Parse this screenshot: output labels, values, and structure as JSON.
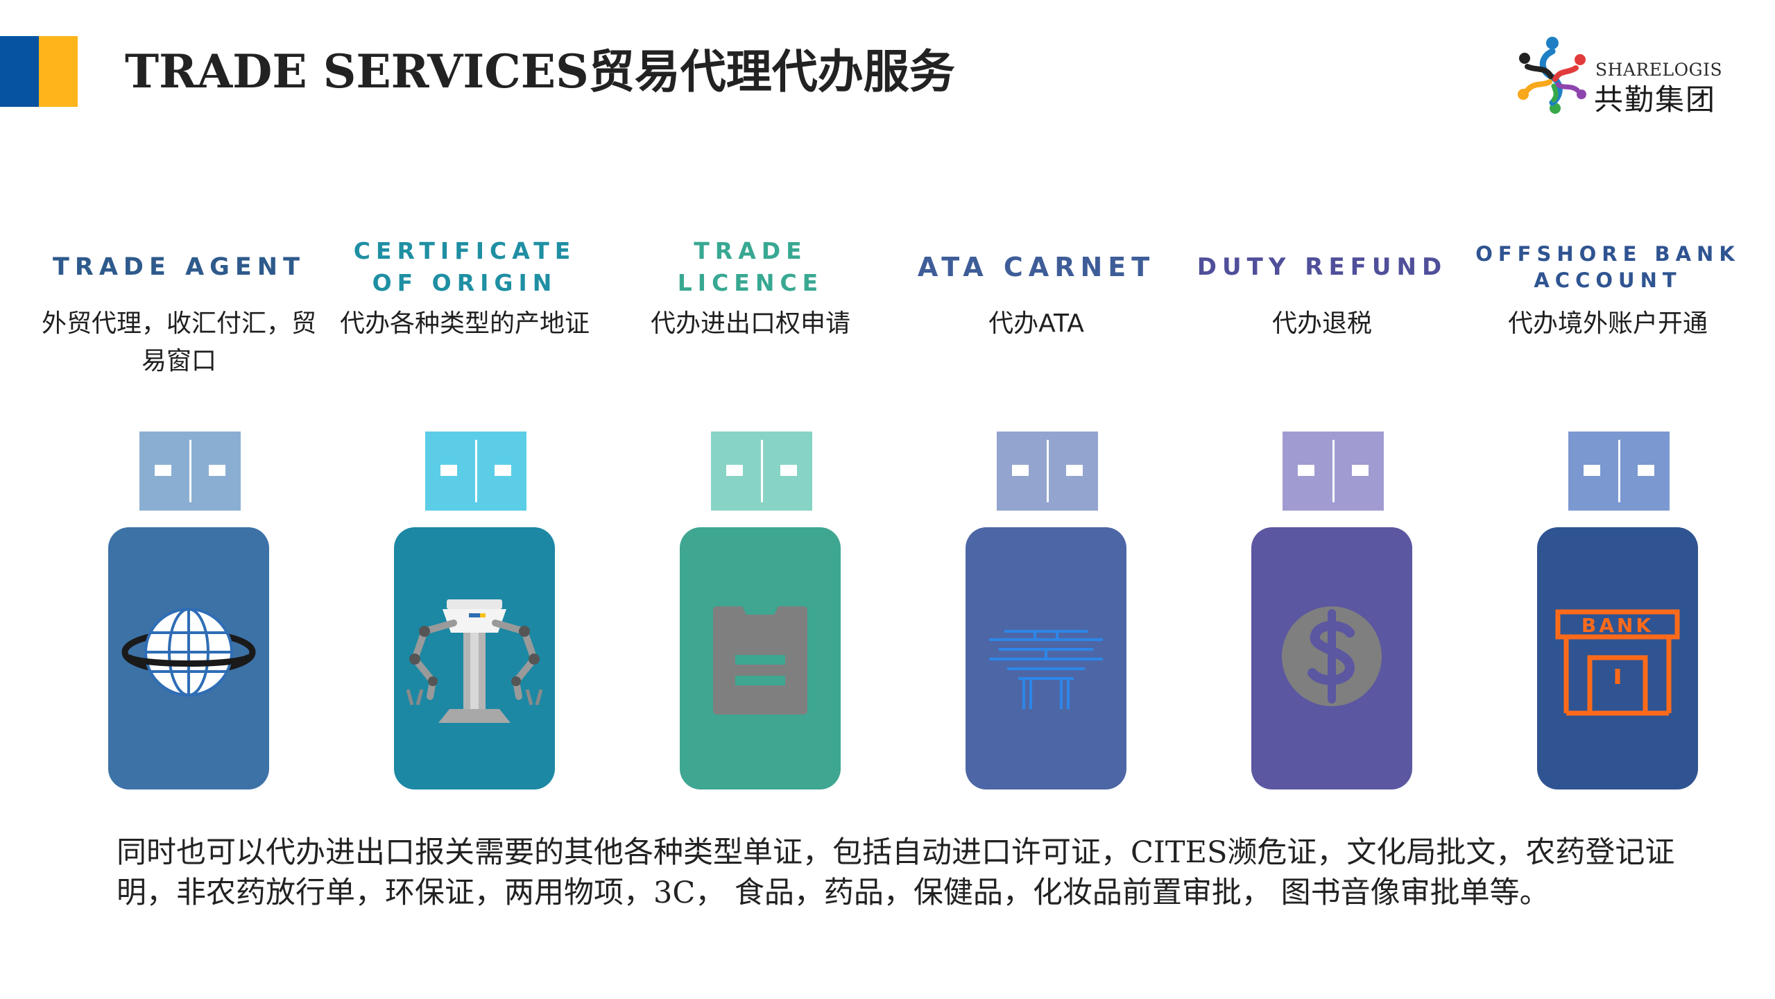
{
  "header": {
    "title": "TRADE SERVICES贸易代理代办服务",
    "logo_en": "SHARELOGIS",
    "logo_cn": "共勤集团"
  },
  "colors": {
    "accent_blue": "#0553a1",
    "accent_yellow": "#fdb51b",
    "heading_blue": "#2e5a8c",
    "heading_teal": "#1f8fa3",
    "heading_purple": "#4f4f9a"
  },
  "services": [
    {
      "title_en": "TRADE AGENT",
      "title_cn": "外贸代理，收汇付汇，贸易窗口",
      "icon": "globe-icon",
      "connector_color": "#8aaed2",
      "body_color": "#3d72a7",
      "heading_color": "#2e5a8c"
    },
    {
      "title_en": "CERTIFICATE\nOF ORIGIN",
      "title_cn": "代办各种类型的产地证",
      "icon": "robot-arm-icon",
      "connector_color": "#5bcde7",
      "body_color": "#1c88a4",
      "heading_color": "#1f8fa3"
    },
    {
      "title_en": "TRADE\nLICENCE",
      "title_cn": "代办进出口权申请",
      "icon": "clipboard-icon",
      "connector_color": "#87d4c6",
      "body_color": "#3fa692",
      "heading_color": "#38a892"
    },
    {
      "title_en": "ATA CARNET",
      "title_cn": "代办ATA",
      "icon": "gate-icon",
      "connector_color": "#93a4cf",
      "body_color": "#4d67a6",
      "heading_color": "#3e5d98"
    },
    {
      "title_en": "DUTY REFUND",
      "title_cn": "代办退税",
      "icon": "dollar-coin-icon",
      "connector_color": "#a09cd1",
      "body_color": "#5b57a1",
      "heading_color": "#4f4f9a"
    },
    {
      "title_en": "OFFSHORE BANK\nACCOUNT",
      "title_cn": "代办境外账户开通",
      "icon": "bank-icon",
      "connector_color": "#7b98d0",
      "body_color": "#2f5491",
      "heading_color": "#2f5491",
      "bank_label": "BANK"
    }
  ],
  "footer": {
    "text": "同时也可以代办进出口报关需要的其他各种类型单证，包括自动进口许可证，CITES濒危证，文化局批文，农药登记证明，非农药放行单，环保证，两用物项，3C， 食品，药品，保健品，化妆品前置审批， 图书音像审批单等。"
  }
}
